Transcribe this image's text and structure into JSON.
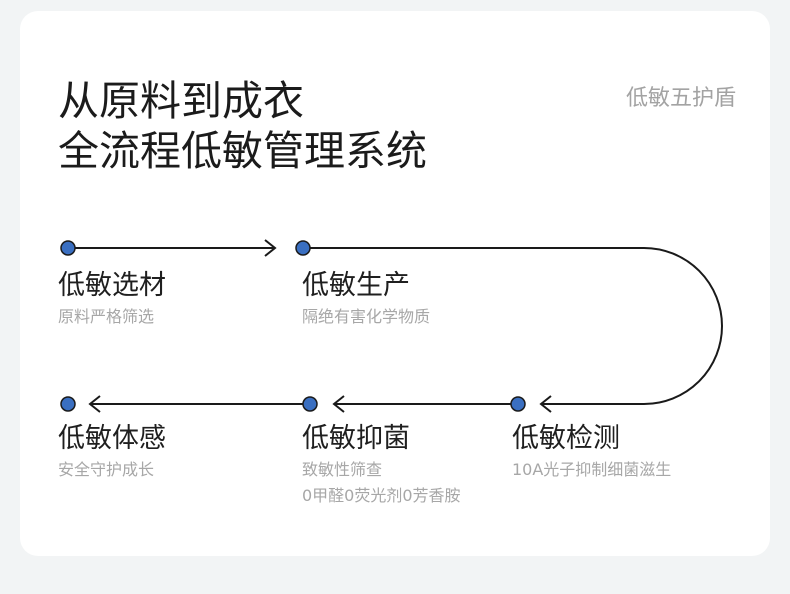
{
  "header": {
    "title_line1": "从原料到成衣",
    "title_line2": "全流程低敏管理系统",
    "tag": "低敏五护盾"
  },
  "steps": [
    {
      "name": "低敏选材",
      "desc": "原料严格筛选"
    },
    {
      "name": "低敏生产",
      "desc": "隔绝有害化学物质"
    },
    {
      "name": "低敏检测",
      "desc": "10A光子抑制细菌滋生"
    },
    {
      "name": "低敏抑菌",
      "desc": "致敏性筛查",
      "desc2": "0甲醛0荧光剂0芳香胺"
    },
    {
      "name": "低敏体感",
      "desc": "安全守护成长"
    }
  ],
  "colors": {
    "node_fill": "#3a6fc1",
    "line": "#1a1a1a",
    "text_primary": "#1f1f1f",
    "text_secondary": "#a7a7a7"
  }
}
